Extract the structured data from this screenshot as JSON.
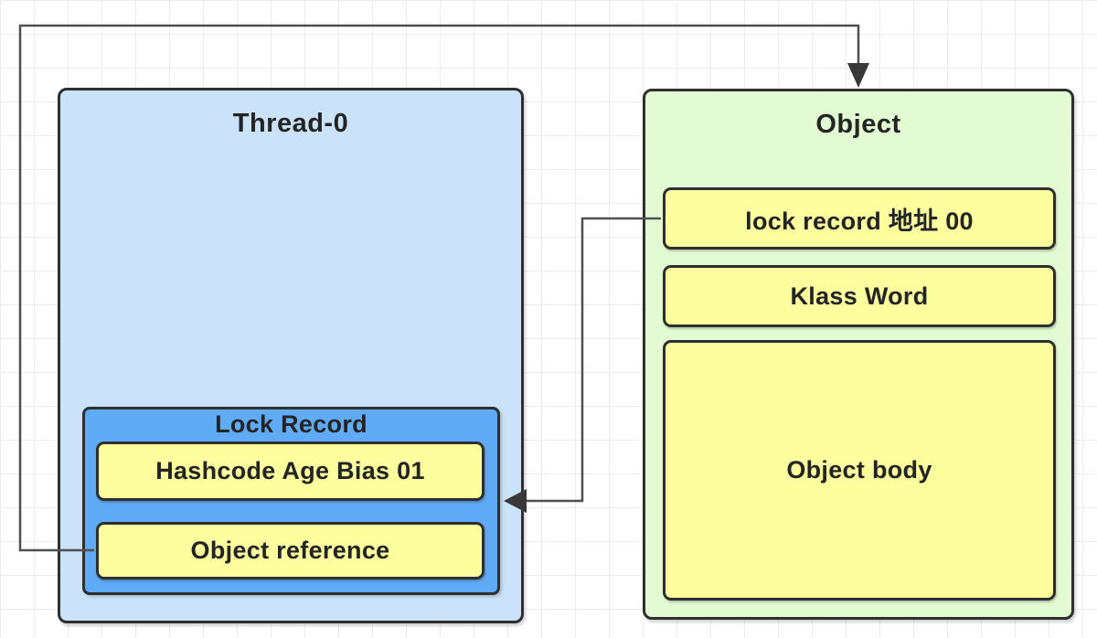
{
  "thread_box": {
    "title": "Thread-0",
    "fill": "#cbe3fa",
    "lock_record": {
      "title": "Lock Record",
      "fill": "#5fabf5",
      "slots": [
        {
          "label": "Hashcode Age Bias 01",
          "fill": "#fdff9e"
        },
        {
          "label": "Object reference",
          "fill": "#fdff9e"
        }
      ]
    }
  },
  "object_box": {
    "title": "Object",
    "fill": "#e2fbd2",
    "slots": [
      {
        "label": "lock record 地址 00",
        "fill": "#fdff9e"
      },
      {
        "label": "Klass Word",
        "fill": "#fdff9e"
      },
      {
        "label": "Object body",
        "fill": "#fdff9e"
      }
    ]
  },
  "connectors": [
    {
      "from_label": "Object reference",
      "to_label": "Object",
      "direction": "down-arrow-into-object-top",
      "color": "#4f4f4f"
    },
    {
      "from_label": "lock record 地址 00",
      "to_label": "Lock Record",
      "direction": "left-arrow-into-lock-record-right",
      "color": "#4f4f4f"
    }
  ],
  "colors": {
    "border": "#2f2f2f",
    "text": "#242424",
    "grid_line": "#ececec",
    "background": "#ffffff"
  }
}
